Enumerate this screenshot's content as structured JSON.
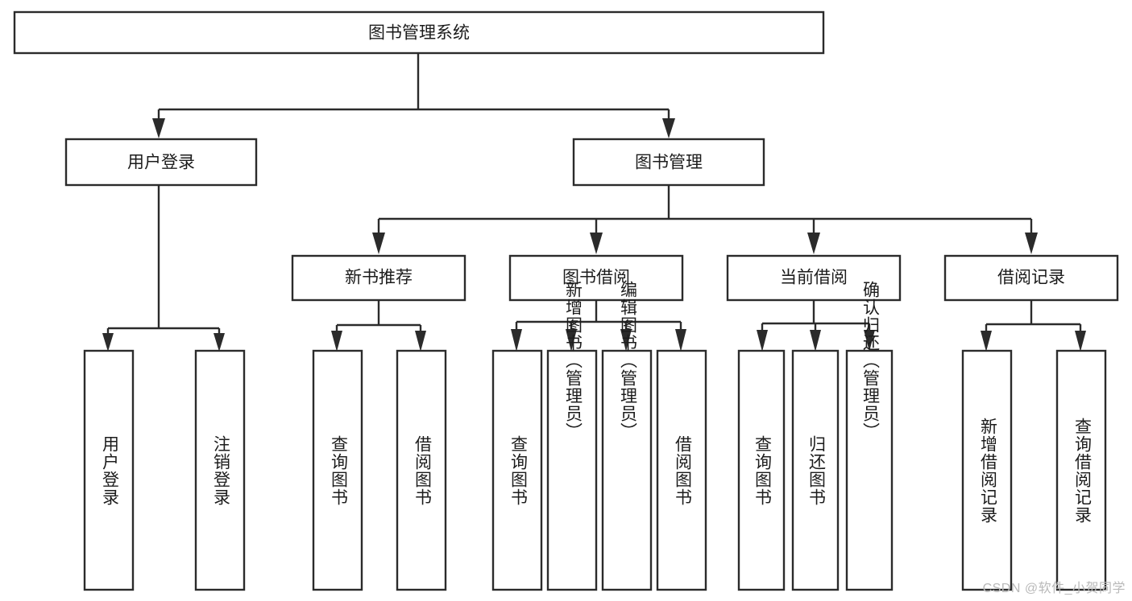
{
  "diagram": {
    "title": "图书管理系统",
    "type": "hierarchy-tree",
    "watermark": "CSDN @软件_小贺同学",
    "colors": {
      "stroke": "#2b2b2b",
      "fill": "#ffffff",
      "text": "#1c1c1c",
      "watermark": "#b9b9b9"
    },
    "levels": {
      "root": {
        "label": "图书管理系统"
      },
      "level2": [
        {
          "label": "用户登录"
        },
        {
          "label": "图书管理"
        }
      ],
      "level3": [
        {
          "label": "新书推荐"
        },
        {
          "label": "图书借阅"
        },
        {
          "label": "当前借阅"
        },
        {
          "label": "借阅记录"
        }
      ],
      "leaves": {
        "user_login": [
          {
            "label": "用户登录"
          },
          {
            "label": "注销登录"
          }
        ],
        "new_book_recommend": [
          {
            "label": "查询图书"
          },
          {
            "label": "借阅图书"
          }
        ],
        "book_borrow": [
          {
            "label": "查询图书"
          },
          {
            "label": "新增图书（管理员）"
          },
          {
            "label": "编辑图书（管理员）"
          },
          {
            "label": "借阅图书"
          }
        ],
        "current_borrow": [
          {
            "label": "查询图书"
          },
          {
            "label": "归还图书"
          },
          {
            "label": "确认归还（管理员）"
          }
        ],
        "borrow_records": [
          {
            "label": "新增借阅记录"
          },
          {
            "label": "查询借阅记录"
          }
        ]
      }
    }
  }
}
